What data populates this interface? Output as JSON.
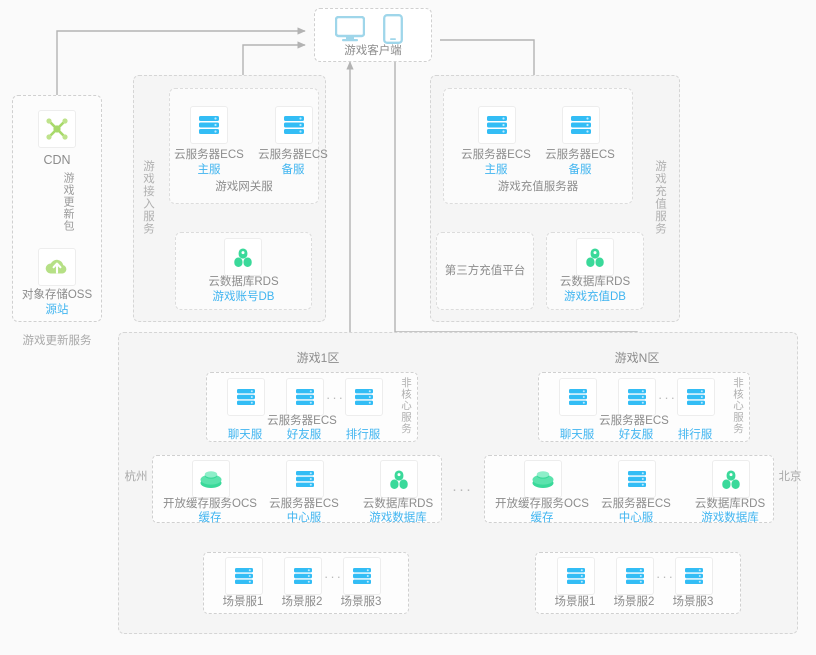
{
  "colors": {
    "ecs_cyan": "#33bdf5",
    "rds_green": "#3ad99a",
    "ocs_green": "#3ad99a",
    "cdn_green": "#a8d96a",
    "oss_green": "#a8d96a",
    "client_blue": "#9fd6ea",
    "accent_blue": "#41b5f0",
    "line_gray": "#b3b3b3",
    "bg": "#fafafa"
  },
  "client": {
    "label": "游戏客户端",
    "icons": [
      "monitor-icon",
      "mobile-phone-icon"
    ]
  },
  "update_service": {
    "section_label": "游戏更新服务",
    "cdn": {
      "label": "CDN",
      "icon": "cdn-node-icon"
    },
    "oss": {
      "label": "对象存储OSS",
      "sub": "源站",
      "icon": "oss-cloud-icon"
    },
    "link_label": "游戏更新包"
  },
  "access_service": {
    "vertical_label": "游戏接入服务",
    "gateway": {
      "group_label": "游戏网关服",
      "nodes": [
        {
          "label": "云服务器ECS",
          "sub": "主服",
          "icon": "server-icon"
        },
        {
          "label": "云服务器ECS",
          "sub": "备服",
          "icon": "server-icon"
        }
      ]
    },
    "db": {
      "label": "云数据库RDS",
      "sub": "游戏账号DB",
      "icon": "database-icon"
    }
  },
  "recharge_service": {
    "vertical_label": "游戏充值服务",
    "servers": {
      "group_label": "游戏充值服务器",
      "nodes": [
        {
          "label": "云服务器ECS",
          "sub": "主服",
          "icon": "server-icon"
        },
        {
          "label": "云服务器ECS",
          "sub": "备服",
          "icon": "server-icon"
        }
      ]
    },
    "third_party": {
      "label": "第三方充值平台"
    },
    "db": {
      "label": "云数据库RDS",
      "sub": "游戏充值DB",
      "icon": "database-icon"
    }
  },
  "zones": [
    {
      "title": "游戏1区",
      "region_label": "杭州",
      "noncore": {
        "vertical_label": "非核心服务",
        "group_label": "云服务器ECS",
        "nodes": [
          {
            "sub": "聊天服",
            "icon": "server-icon"
          },
          {
            "sub": "好友服",
            "icon": "server-icon"
          },
          {
            "sub": "排行服",
            "icon": "server-icon"
          }
        ],
        "ellipsis": "···"
      },
      "core": [
        {
          "label": "开放缓存服务OCS",
          "sub": "缓存",
          "icon": "cache-icon"
        },
        {
          "label": "云服务器ECS",
          "sub": "中心服",
          "icon": "server-icon"
        },
        {
          "label": "云数据库RDS",
          "sub": "游戏数据库",
          "icon": "database-icon"
        }
      ],
      "scenes": {
        "nodes": [
          {
            "label": "场景服1",
            "icon": "server-icon"
          },
          {
            "label": "场景服2",
            "icon": "server-icon"
          },
          {
            "label": "场景服3",
            "icon": "server-icon"
          }
        ],
        "ellipsis": "···"
      }
    },
    {
      "title": "游戏N区",
      "region_label": "北京",
      "noncore": {
        "vertical_label": "非核心服务",
        "group_label": "云服务器ECS",
        "nodes": [
          {
            "sub": "聊天服",
            "icon": "server-icon"
          },
          {
            "sub": "好友服",
            "icon": "server-icon"
          },
          {
            "sub": "排行服",
            "icon": "server-icon"
          }
        ],
        "ellipsis": "···"
      },
      "core": [
        {
          "label": "开放缓存服务OCS",
          "sub": "缓存",
          "icon": "cache-icon"
        },
        {
          "label": "云服务器ECS",
          "sub": "中心服",
          "icon": "server-icon"
        },
        {
          "label": "云数据库RDS",
          "sub": "游戏数据库",
          "icon": "database-icon"
        }
      ],
      "scenes": {
        "nodes": [
          {
            "label": "场景服1",
            "icon": "server-icon"
          },
          {
            "label": "场景服2",
            "icon": "server-icon"
          },
          {
            "label": "场景服3",
            "icon": "server-icon"
          }
        ],
        "ellipsis": "···"
      }
    }
  ],
  "zone_separator": "···"
}
